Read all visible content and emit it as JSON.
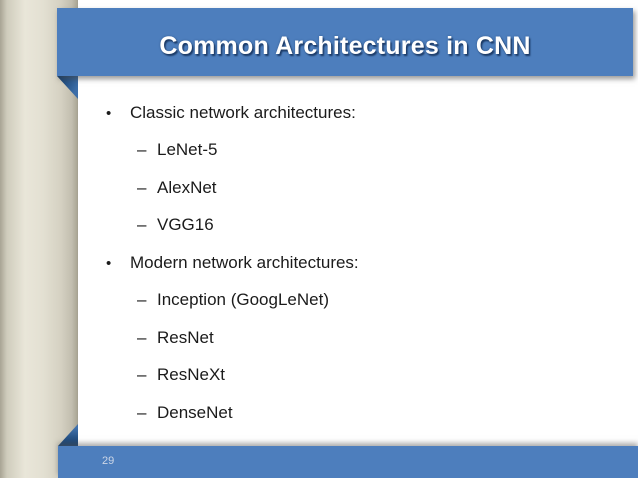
{
  "slide": {
    "title": "Common Architectures in CNN",
    "page_number": "29",
    "bullet_glyph": "•",
    "dash_glyph": "–",
    "bullets": [
      {
        "label": "Classic network architectures:",
        "sub": [
          "LeNet-5",
          "AlexNet",
          "VGG16"
        ]
      },
      {
        "label": "Modern network architectures:",
        "sub": [
          "Inception (GoogLeNet)",
          "ResNet",
          "ResNeXt",
          "DenseNet"
        ]
      }
    ],
    "colors": {
      "banner_blue": "#4d7ebd",
      "fold_dark_blue": "#16406f",
      "left_margin_beige": "#ddd9ca",
      "title_text": "#ffffff",
      "body_text": "#1b1b1b",
      "page_number_text": "#ccd6e6"
    }
  }
}
